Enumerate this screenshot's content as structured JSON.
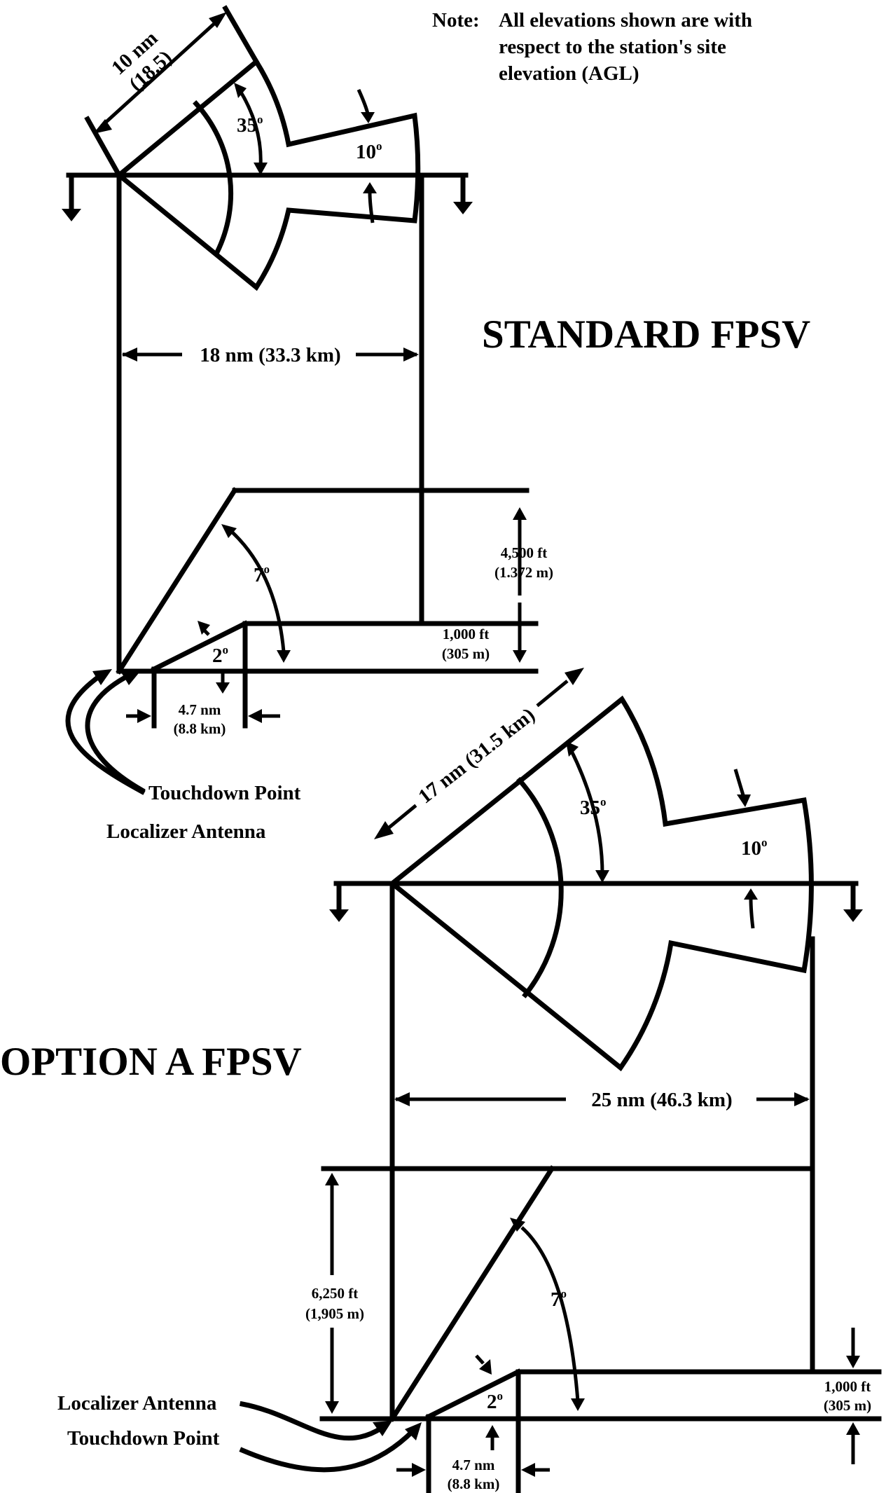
{
  "note": {
    "label": "Note:",
    "lines": [
      "All elevations shown are with",
      "respect to the station's site",
      "elevation (AGL)"
    ]
  },
  "standard": {
    "title": "STANDARD FPSV",
    "radius_line1": "10 nm",
    "radius_line2": "(18.5)",
    "az_angle": "35",
    "el_angle": "10",
    "width_label": "18 nm (33.3 km)",
    "ceiling_line1": "4,500 ft",
    "ceiling_line2": "(1.372 m)",
    "floor_line1": "1,000 ft",
    "floor_line2": "(305 m)",
    "upper_angle": "7",
    "lower_angle": "2",
    "offset_line1": "4.7 nm",
    "offset_line2": "(8.8 km)",
    "touchdown": "Touchdown Point",
    "localizer": "Localizer Antenna"
  },
  "option_a": {
    "title": "OPTION A FPSV",
    "radius_label": "17 nm (31.5 km)",
    "az_angle": "35",
    "el_angle": "10",
    "width_label": "25 nm (46.3 km)",
    "ceiling_line1": "6,250 ft",
    "ceiling_line2": "(1,905 m)",
    "floor_line1": "1,000 ft",
    "floor_line2": "(305 m)",
    "upper_angle": "7",
    "lower_angle": "2",
    "offset_line1": "4.7 nm",
    "offset_line2": "(8.8 km)",
    "touchdown": "Touchdown Point",
    "localizer": "Localizer Antenna"
  },
  "degree_symbol": "o"
}
